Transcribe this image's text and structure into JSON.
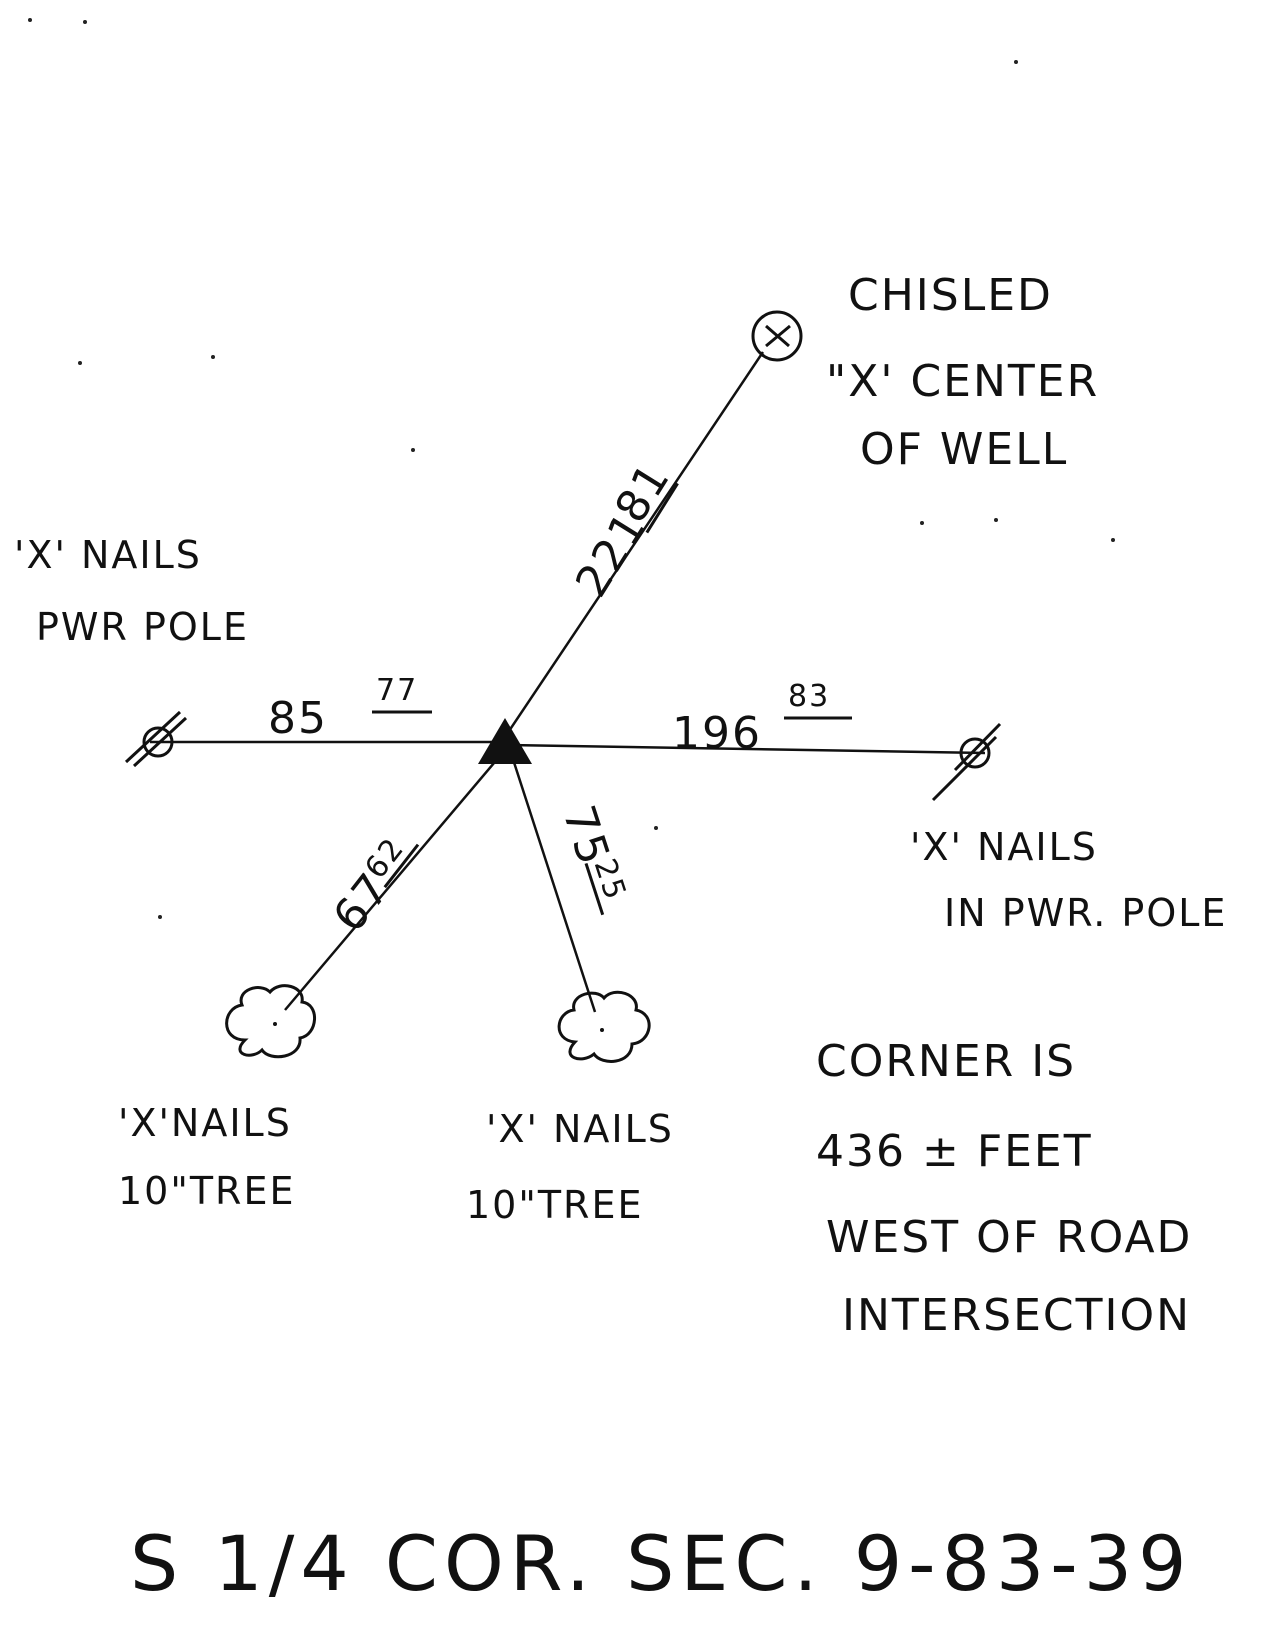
{
  "title": "S 1/4 COR. SEC. 9-83-39",
  "center_mark": "triangle-marker",
  "labels": {
    "well": [
      "CHISLED",
      "\"X' CENTER",
      "OF WELL"
    ],
    "west_pole": [
      "'X' NAILS",
      "PWR POLE"
    ],
    "east_pole": [
      "'X' NAILS",
      "IN PWR. POLE"
    ],
    "tree_left": [
      "'X'NAILS",
      "10\"TREE"
    ],
    "tree_right": [
      "'X' NAILS",
      "10\"TREE"
    ],
    "corner_note": [
      "CORNER IS",
      "436 ± FEET",
      "WEST OF ROAD",
      "INTERSECTION"
    ]
  },
  "distances": {
    "to_well": {
      "whole": "221",
      "frac": "81"
    },
    "to_west_pole": {
      "whole": "85",
      "frac": "77"
    },
    "to_east_pole": {
      "whole": "196",
      "frac": "83"
    },
    "to_tree_left": {
      "whole": "67",
      "frac": "62"
    },
    "to_tree_right": {
      "whole": "75",
      "frac": "25"
    }
  },
  "icons": {
    "well": "circle-x-icon",
    "pole": "crossed-circle-icon",
    "tree": "tree-cloud-icon",
    "center": "triangle-icon"
  }
}
